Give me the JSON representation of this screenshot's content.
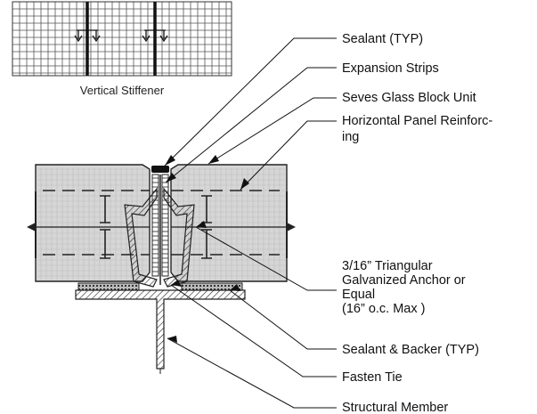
{
  "detail": {
    "inset_caption": "Vertical Stiffener",
    "callouts": [
      {
        "id": "sealant-typ",
        "lines": [
          "Sealant (TYP)"
        ]
      },
      {
        "id": "expansion-strips",
        "lines": [
          "Expansion Strips"
        ]
      },
      {
        "id": "glass-block-unit",
        "lines": [
          "Seves Glass Block Unit"
        ]
      },
      {
        "id": "horizontal-panel-reinforcing",
        "lines": [
          "Horizontal Panel Reinforc-",
          "ing"
        ]
      },
      {
        "id": "triangular-anchor",
        "lines": [
          "3/16” Triangular",
          "Galvanized Anchor or",
          "Equal",
          "(16” o.c. Max )"
        ]
      },
      {
        "id": "sealant-backer",
        "lines": [
          "Sealant & Backer (TYP)"
        ]
      },
      {
        "id": "fasten-tie",
        "lines": [
          "Fasten Tie"
        ]
      },
      {
        "id": "structural-member",
        "lines": [
          "Structural Member"
        ]
      }
    ]
  }
}
